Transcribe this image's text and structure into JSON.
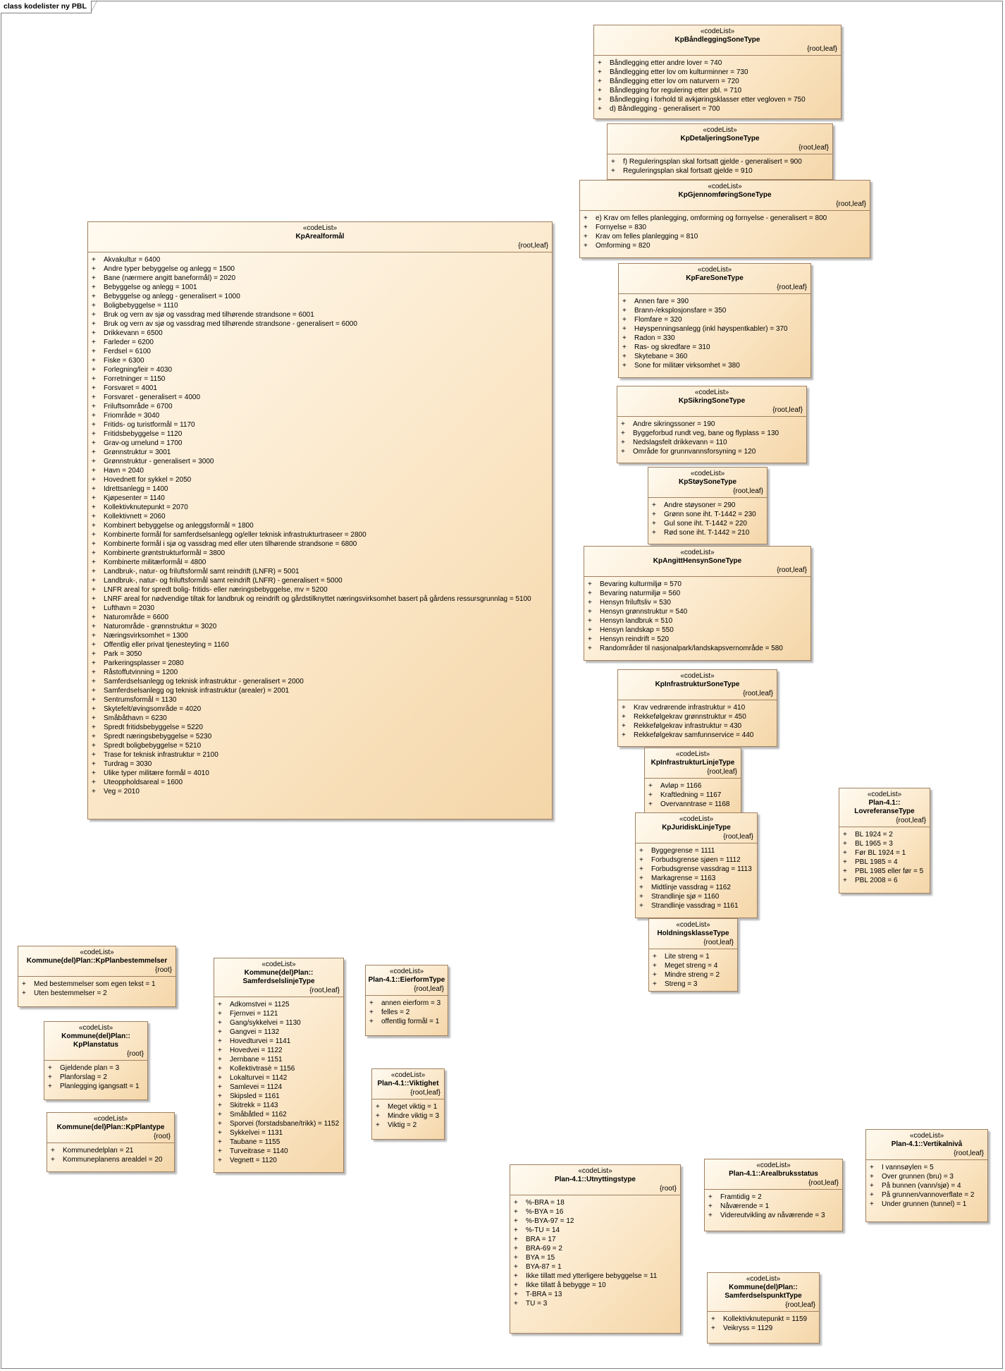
{
  "frame_label": "class kodelister ny PBL",
  "classes": [
    {
      "id": "kpbandlegging",
      "stereotype": "«codeList»",
      "name": [
        "KpBåndleggingSoneType"
      ],
      "tag": "{root,leaf}",
      "items": [
        "Båndlegging etter andre lover = 740",
        "Båndlegging etter lov om kulturminner = 730",
        "Båndlegging etter lov om naturvern = 720",
        "Båndlegging for regulering etter pbl. = 710",
        "Båndlegging i forhold til avkjøringsklasser etter vegloven = 750",
        "d) Båndlegging - generalisert = 700"
      ]
    },
    {
      "id": "kpdetaljering",
      "stereotype": "«codeList»",
      "name": [
        "KpDetaljeringSoneType"
      ],
      "tag": "{root,leaf}",
      "items": [
        "f) Reguleringsplan skal fortsatt gjelde - generalisert = 900",
        "Reguleringsplan skal fortsatt gjelde = 910"
      ]
    },
    {
      "id": "kpgjennomforing",
      "stereotype": "«codeList»",
      "name": [
        "KpGjennomføringSoneType"
      ],
      "tag": "{root,leaf}",
      "items": [
        "e) Krav om felles planlegging, omforming og fornyelse - generalisert = 800",
        "Fornyelse = 830",
        "Krav om felles planlegging = 810",
        "Omforming = 820"
      ]
    },
    {
      "id": "kpfare",
      "stereotype": "«codeList»",
      "name": [
        "KpFareSoneType"
      ],
      "tag": "{root,leaf}",
      "items": [
        "Annen fare = 390",
        "Brann-/eksplosjonsfare = 350",
        "Flomfare = 320",
        "Høyspenningsanlegg (inkl høyspentkabler) = 370",
        "Radon = 330",
        "Ras- og skredfare = 310",
        "Skytebane = 360",
        "Sone for militær virksomhet = 380"
      ]
    },
    {
      "id": "kpsikring",
      "stereotype": "«codeList»",
      "name": [
        "KpSikringSoneType"
      ],
      "tag": "{root,leaf}",
      "items": [
        "Andre sikringssoner = 190",
        "Byggeforbud rundt veg, bane og flyplass = 130",
        "Nedslagsfelt drikkevann = 110",
        "Område for grunnvannsforsyning = 120"
      ]
    },
    {
      "id": "kpstoy",
      "stereotype": "«codeList»",
      "name": [
        "KpStøySoneType"
      ],
      "tag": "{root,leaf}",
      "items": [
        "Andre støysoner = 290",
        "Grønn sone iht. T-1442 = 230",
        "Gul sone iht. T-1442 = 220",
        "Rød sone iht. T-1442 = 210"
      ]
    },
    {
      "id": "kpangitthensyn",
      "stereotype": "«codeList»",
      "name": [
        "KpAngittHensynSoneType"
      ],
      "tag": "{root,leaf}",
      "items": [
        "Bevaring kulturmiljø = 570",
        "Bevaring naturmiljø = 560",
        "Hensyn friluftsliv = 530",
        "Hensyn grønnstruktur = 540",
        "Hensyn landbruk = 510",
        "Hensyn landskap = 550",
        "Hensyn reindrift = 520",
        "Randområder til nasjonalpark/landskapsvernområde = 580"
      ]
    },
    {
      "id": "kpinfrasone",
      "stereotype": "«codeList»",
      "name": [
        "KpInfrastrukturSoneType"
      ],
      "tag": "{root,leaf}",
      "items": [
        "Krav vedrørende infrastruktur = 410",
        "Rekkefølgekrav grønnstruktur = 450",
        "Rekkefølgekrav infrastruktur = 430",
        "Rekkefølgekrav samfunnservice = 440"
      ]
    },
    {
      "id": "kpinfralinje",
      "stereotype": "«codeList»",
      "name": [
        "KpInfrastrukturLinjeType"
      ],
      "tag": "{root,leaf}",
      "items": [
        "Avløp = 1166",
        "Kraftledning = 1167",
        "Overvanntrase = 1168"
      ]
    },
    {
      "id": "kpjuridisk",
      "stereotype": "«codeList»",
      "name": [
        "KpJuridiskLinjeType"
      ],
      "tag": "{root,leaf}",
      "items": [
        "Byggegrense = 1111",
        "Forbudsgrense sjøen = 1112",
        "Forbudsgrense vassdrag = 1113",
        "Markagrense = 1163",
        "Midtlinje vassdrag = 1162",
        "Strandlinje sjø = 1160",
        "Strandlinje vassdrag = 1161"
      ]
    },
    {
      "id": "holdning",
      "stereotype": "«codeList»",
      "name": [
        "HoldningsklasseType"
      ],
      "tag": "{root,leaf}",
      "items": [
        "Lite streng = 1",
        "Meget streng = 4",
        "Mindre streng = 2",
        "Streng = 3"
      ]
    },
    {
      "id": "lovreferanse",
      "stereotype": "«codeList»",
      "name": [
        "Plan-4.1::",
        "LovreferanseType"
      ],
      "tag": "{root,leaf}",
      "items": [
        "BL 1924 = 2",
        "BL 1965 = 3",
        "Før BL 1924 = 1",
        "PBL 1985 = 4",
        "PBL 1985 eller før = 5",
        "PBL 2008 = 6"
      ]
    },
    {
      "id": "kparealformal",
      "stereotype": "«codeList»",
      "name": [
        "KpArealformål"
      ],
      "tag": "{root,leaf}",
      "items": [
        "Akvakultur = 6400",
        "Andre typer bebyggelse og anlegg = 1500",
        "Bane (nærmere angitt baneformål) = 2020",
        "Bebyggelse og anlegg = 1001",
        "Bebyggelse og anlegg - generalisert = 1000",
        "Boligbebyggelse = 1110",
        "Bruk og vern av sjø og vassdrag med tilhørende strandsone = 6001",
        "Bruk og vern av sjø og vassdrag med tilhørende strandsone - generalisert = 6000",
        "Drikkevann = 6500",
        "Farleder = 6200",
        "Ferdsel = 6100",
        "Fiske = 6300",
        "Forlegning/leir = 4030",
        "Forretninger = 1150",
        "Forsvaret = 4001",
        "Forsvaret - generalisert = 4000",
        "Friluftsområde = 6700",
        "Friområde = 3040",
        "Fritids- og turistformål = 1170",
        "Fritidsbebyggelse = 1120",
        "Grav-og urnelund = 1700",
        "Grønnstruktur = 3001",
        "Grønnstruktur - generalisert = 3000",
        "Havn = 2040",
        "Hovednett for sykkel = 2050",
        "Idrettsanlegg = 1400",
        "Kjøpesenter = 1140",
        "Kollektivknutepunkt = 2070",
        "Kollektivnett = 2060",
        "Kombinert bebyggelse og anleggsformål = 1800",
        "Kombinerte formål for samferdselsanlegg og/eller teknisk infrastrukturtraseer = 2800",
        "Kombinerte formål i sjø og vassdrag med eller uten tilhørende strandsone = 6800",
        "Kombinerte grøntstrukturformål  = 3800",
        "Kombinerte militærformål  = 4800",
        "Landbruk-, natur- og friluftsformål samt reindrift (LNFR) = 5001",
        "Landbruk-, natur- og friluftsformål samt reindrift (LNFR) - generalisert = 5000",
        "LNFR areal for spredt bolig- fritids- eller næringsbebyggelse,  mv  = 5200",
        "LNRF areal for nødvendige tiltak for landbruk og reindrift og gårdstilknyttet næringsvirksomhet basert på gårdens ressursgrunnlag = 5100",
        "Lufthavn = 2030",
        "Naturområde = 6600",
        "Naturområde - grønnstruktur = 3020",
        "Næringsvirksomhet = 1300",
        "Offentlig eller privat tjenesteyting = 1160",
        "Park = 3050",
        "Parkeringsplasser = 2080",
        "Råstoffutvinning = 1200",
        "Samferdselsanlegg og teknisk infrastruktur - generalisert = 2000",
        "Samferdselsanlegg og teknisk infrastruktur (arealer) = 2001",
        "Sentrumsformål = 1130",
        "Skytefelt/øvingsområde = 4020",
        "Småbåthavn = 6230",
        "Spredt  fritidsbebyggelse = 5220",
        "Spredt  næringsbebyggelse = 5230",
        "Spredt boligbebyggelse = 5210",
        "Trase for teknisk infrastruktur = 2100",
        "Turdrag = 3030",
        "Ulike typer militære formål = 4010",
        "Uteoppholdsareal = 1600",
        "Veg = 2010"
      ]
    },
    {
      "id": "kpplanbestemmelser",
      "stereotype": "«codeList»",
      "name": [
        "Kommune(del)Plan::KpPlanbestemmelser"
      ],
      "tag": "{root}",
      "items": [
        "Med bestemmelser som egen tekst = 1",
        "Uten bestemmelser = 2"
      ]
    },
    {
      "id": "kpplanstatus",
      "stereotype": "«codeList»",
      "name": [
        "Kommune(del)Plan::",
        "KpPlanstatus"
      ],
      "tag": "{root}",
      "items": [
        "Gjeldende plan = 3",
        "Planforslag = 2",
        "Planlegging igangsatt = 1"
      ]
    },
    {
      "id": "kpplantype",
      "stereotype": "«codeList»",
      "name": [
        "Kommune(del)Plan::KpPlantype"
      ],
      "tag": "{root}",
      "items": [
        "Kommunedelplan = 21",
        "Kommuneplanens arealdel = 20"
      ]
    },
    {
      "id": "samferdselslinje",
      "stereotype": "«codeList»",
      "name": [
        "Kommune(del)Plan::",
        "SamferdselslinjeType"
      ],
      "tag": "{root,leaf}",
      "items": [
        "Adkomstvei = 1125",
        "Fjernvei = 1121",
        "Gang/sykkelvei = 1130",
        "Gangvei = 1132",
        "Hovedturvei = 1141",
        "Hovedvei = 1122",
        "Jernbane = 1151",
        "Kollektivtrasè = 1156",
        "Lokalturvei = 1142",
        "Samlevei = 1124",
        "Skipsled = 1161",
        "Skitrekk = 1143",
        "Småbåtled = 1162",
        "Sporvei (forstadsbane/trikk) = 1152",
        "Sykkelvei = 1131",
        "Taubane = 1155",
        "Turveitrase = 1140",
        "Vegnett = 1120"
      ]
    },
    {
      "id": "eierform",
      "stereotype": "«codeList»",
      "name": [
        "Plan-4.1::EierformType"
      ],
      "tag": "{root,leaf}",
      "items": [
        "annen eierform = 3",
        "felles = 2",
        "offentlig formål = 1"
      ]
    },
    {
      "id": "viktighet",
      "stereotype": "«codeList»",
      "name": [
        "Plan-4.1::Viktighet"
      ],
      "tag": "{root,leaf}",
      "items": [
        "Meget viktig = 1",
        "Mindre viktig = 3",
        "Viktig = 2"
      ]
    },
    {
      "id": "utnyttingstype",
      "stereotype": "«codeList»",
      "name": [
        "Plan-4.1::Utnyttingstype"
      ],
      "tag": "{root}",
      "items": [
        "%-BRA = 18",
        "%-BYA = 16",
        "%-BYA-97 = 12",
        "%-TU = 14",
        "BRA = 17",
        "BRA-69 = 2",
        "BYA = 15",
        "BYA-87 = 1",
        "Ikke tillatt med ytterligere bebyggelse = 11",
        "Ikke tillatt å bebygge = 10",
        "T-BRA = 13",
        "TU = 3"
      ]
    },
    {
      "id": "arealbruksstatus",
      "stereotype": "«codeList»",
      "name": [
        "Plan-4.1::Arealbruksstatus"
      ],
      "tag": "{root,leaf}",
      "items": [
        "Framtidig = 2",
        "Nåværende = 1",
        "Videreutvikling av nåværende = 3"
      ]
    },
    {
      "id": "vertikalniva",
      "stereotype": "«codeList»",
      "name": [
        "Plan-4.1::Vertikalnivå"
      ],
      "tag": "{root,leaf}",
      "items": [
        "I vannsøylen = 5",
        "Over grunnen (bru) = 3",
        "På bunnen (vann/sjø) = 4",
        "På grunnen/vannoverflate = 2",
        "Under grunnen (tunnel) = 1"
      ]
    },
    {
      "id": "samferdselspunkt",
      "stereotype": "«codeList»",
      "name": [
        "Kommune(del)Plan::",
        "SamferdselspunktType"
      ],
      "tag": "{root,leaf}",
      "items": [
        "Kollektivknutepunkt = 1159",
        "Veikryss = 1129"
      ]
    }
  ]
}
